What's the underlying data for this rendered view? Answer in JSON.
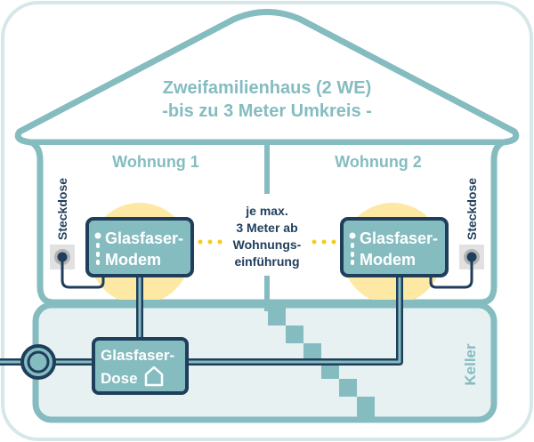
{
  "house": {
    "title_line1": "Zweifamilienhaus (2 WE)",
    "title_line2": "-bis zu 3 Meter Umkreis -"
  },
  "apartments": [
    {
      "label": "Wohnung 1",
      "socket_label": "Steckdose",
      "modem_line1": "Glasfaser-",
      "modem_line2": "Modem"
    },
    {
      "label": "Wohnung 2",
      "socket_label": "Steckdose",
      "modem_line1": "Glasfaser-",
      "modem_line2": "Modem"
    }
  ],
  "distance_note": {
    "line1": "je max.",
    "line2": "3 Meter ab",
    "line3": "Wohnungs-",
    "line4": "einführung"
  },
  "basement": {
    "label": "Keller",
    "dose_line1": "Glasfaser-",
    "dose_line2": "Dose"
  },
  "colors": {
    "teal": "#85bcc0",
    "navy": "#1f3e5c",
    "yellow_glow": "#fde9a3",
    "yellow_dots": "#f5cc1b",
    "basement_fill": "#e7f1f2",
    "frame": "#d6e7ea"
  }
}
